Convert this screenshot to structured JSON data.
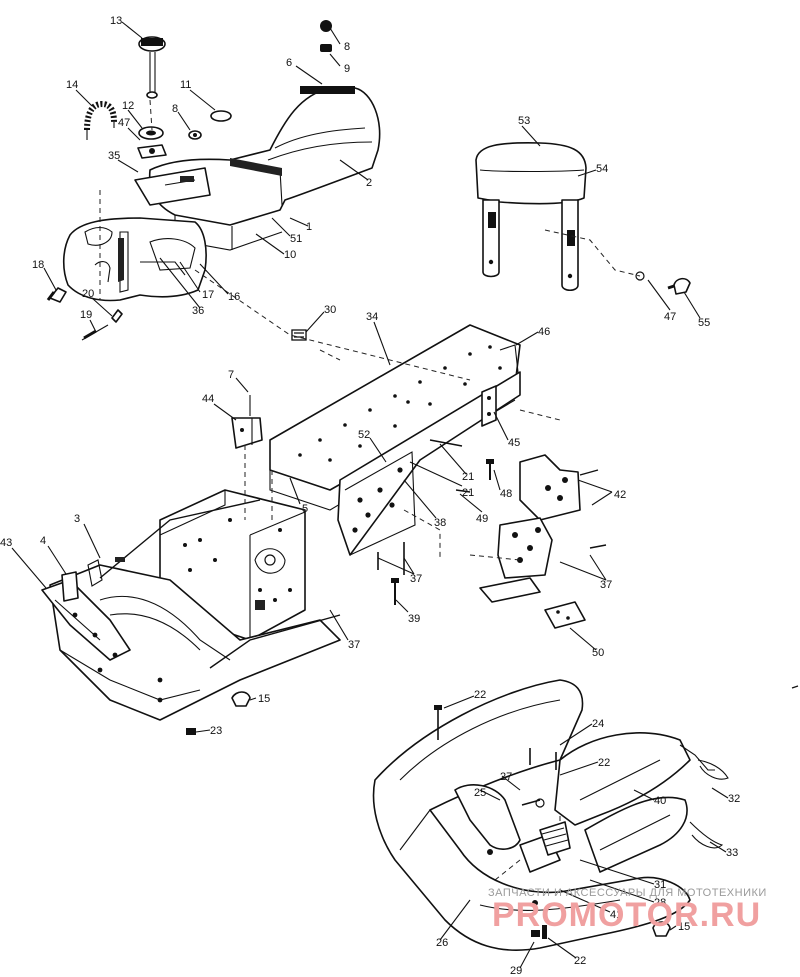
{
  "diagram": {
    "callouts": [
      {
        "id": "c13",
        "text": "13"
      },
      {
        "id": "c8a",
        "text": "8"
      },
      {
        "id": "c9",
        "text": "9"
      },
      {
        "id": "c6",
        "text": "6"
      },
      {
        "id": "c14",
        "text": "14"
      },
      {
        "id": "c11",
        "text": "11"
      },
      {
        "id": "c12",
        "text": "12"
      },
      {
        "id": "c8b",
        "text": "8"
      },
      {
        "id": "c47a",
        "text": "47"
      },
      {
        "id": "c35",
        "text": "35"
      },
      {
        "id": "c2",
        "text": "2"
      },
      {
        "id": "c1",
        "text": "1"
      },
      {
        "id": "c51",
        "text": "51"
      },
      {
        "id": "c10",
        "text": "10"
      },
      {
        "id": "c18",
        "text": "18"
      },
      {
        "id": "c20",
        "text": "20"
      },
      {
        "id": "c19",
        "text": "19"
      },
      {
        "id": "c36",
        "text": "36"
      },
      {
        "id": "c17",
        "text": "17"
      },
      {
        "id": "c16",
        "text": "16"
      },
      {
        "id": "c53",
        "text": "53"
      },
      {
        "id": "c54",
        "text": "54"
      },
      {
        "id": "c47b",
        "text": "47"
      },
      {
        "id": "c55",
        "text": "55"
      },
      {
        "id": "c30",
        "text": "30"
      },
      {
        "id": "c34",
        "text": "34"
      },
      {
        "id": "c46",
        "text": "46"
      },
      {
        "id": "c7",
        "text": "7"
      },
      {
        "id": "c44",
        "text": "44"
      },
      {
        "id": "c52",
        "text": "52"
      },
      {
        "id": "c45",
        "text": "45"
      },
      {
        "id": "c21a",
        "text": "21"
      },
      {
        "id": "c21b",
        "text": "21"
      },
      {
        "id": "c48",
        "text": "48"
      },
      {
        "id": "c42",
        "text": "42"
      },
      {
        "id": "c49",
        "text": "49"
      },
      {
        "id": "c38",
        "text": "38"
      },
      {
        "id": "c5",
        "text": "5"
      },
      {
        "id": "c3",
        "text": "3"
      },
      {
        "id": "c4",
        "text": "4"
      },
      {
        "id": "c43",
        "text": "43"
      },
      {
        "id": "c37a",
        "text": "37"
      },
      {
        "id": "c37b",
        "text": "37"
      },
      {
        "id": "c37c",
        "text": "37"
      },
      {
        "id": "c39",
        "text": "39"
      },
      {
        "id": "c50",
        "text": "50"
      },
      {
        "id": "c15a",
        "text": "15"
      },
      {
        "id": "c23",
        "text": "23"
      },
      {
        "id": "c22a",
        "text": "22"
      },
      {
        "id": "c24",
        "text": "24"
      },
      {
        "id": "c22b",
        "text": "22"
      },
      {
        "id": "c27",
        "text": "27"
      },
      {
        "id": "c25",
        "text": "25"
      },
      {
        "id": "c40",
        "text": "40"
      },
      {
        "id": "c32",
        "text": "32"
      },
      {
        "id": "c33",
        "text": "33"
      },
      {
        "id": "c31",
        "text": "31"
      },
      {
        "id": "c28",
        "text": "28"
      },
      {
        "id": "c41",
        "text": "41"
      },
      {
        "id": "c26",
        "text": "26"
      },
      {
        "id": "c15b",
        "text": "15"
      },
      {
        "id": "c22c",
        "text": "22"
      },
      {
        "id": "c29",
        "text": "29"
      }
    ]
  },
  "watermark": {
    "caption": "ЗАПЧАСТИ И АКСЕССУАРЫ ДЛЯ МОТОТЕХНИКИ",
    "brand": "PROMOTOR.RU"
  }
}
